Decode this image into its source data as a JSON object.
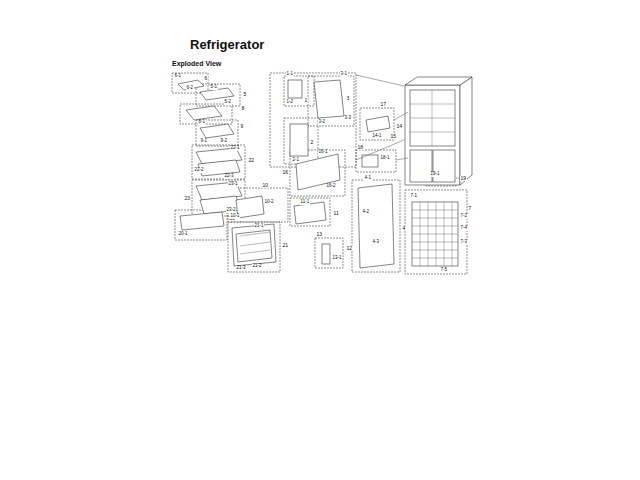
{
  "diagram": {
    "title": "Refrigerator",
    "labels": [
      "Exploded View",
      "6",
      "6-1",
      "6-2",
      "5",
      "5-1",
      "5-2",
      "8",
      "8-1",
      "9",
      "9-1",
      "9-2",
      "22",
      "22-1",
      "22-2",
      "22-3",
      "23",
      "23-1",
      "23-2",
      "20",
      "20-1",
      "21",
      "21-1",
      "21-2",
      "21-3",
      "10",
      "10-1",
      "10-2",
      "11",
      "11-1",
      "16",
      "16-1",
      "16-2",
      "13",
      "13-1",
      "12",
      "1",
      "1-1",
      "1-2",
      "2",
      "2-1",
      "3",
      "3-1",
      "3-2",
      "3-3",
      "17",
      "14",
      "14-1",
      "15",
      "18",
      "18-1",
      "19",
      "19-1",
      "4",
      "4-1",
      "4-2",
      "4-3",
      "7",
      "7-1",
      "7-2",
      "7-3",
      "7-4",
      "7-5"
    ]
  }
}
